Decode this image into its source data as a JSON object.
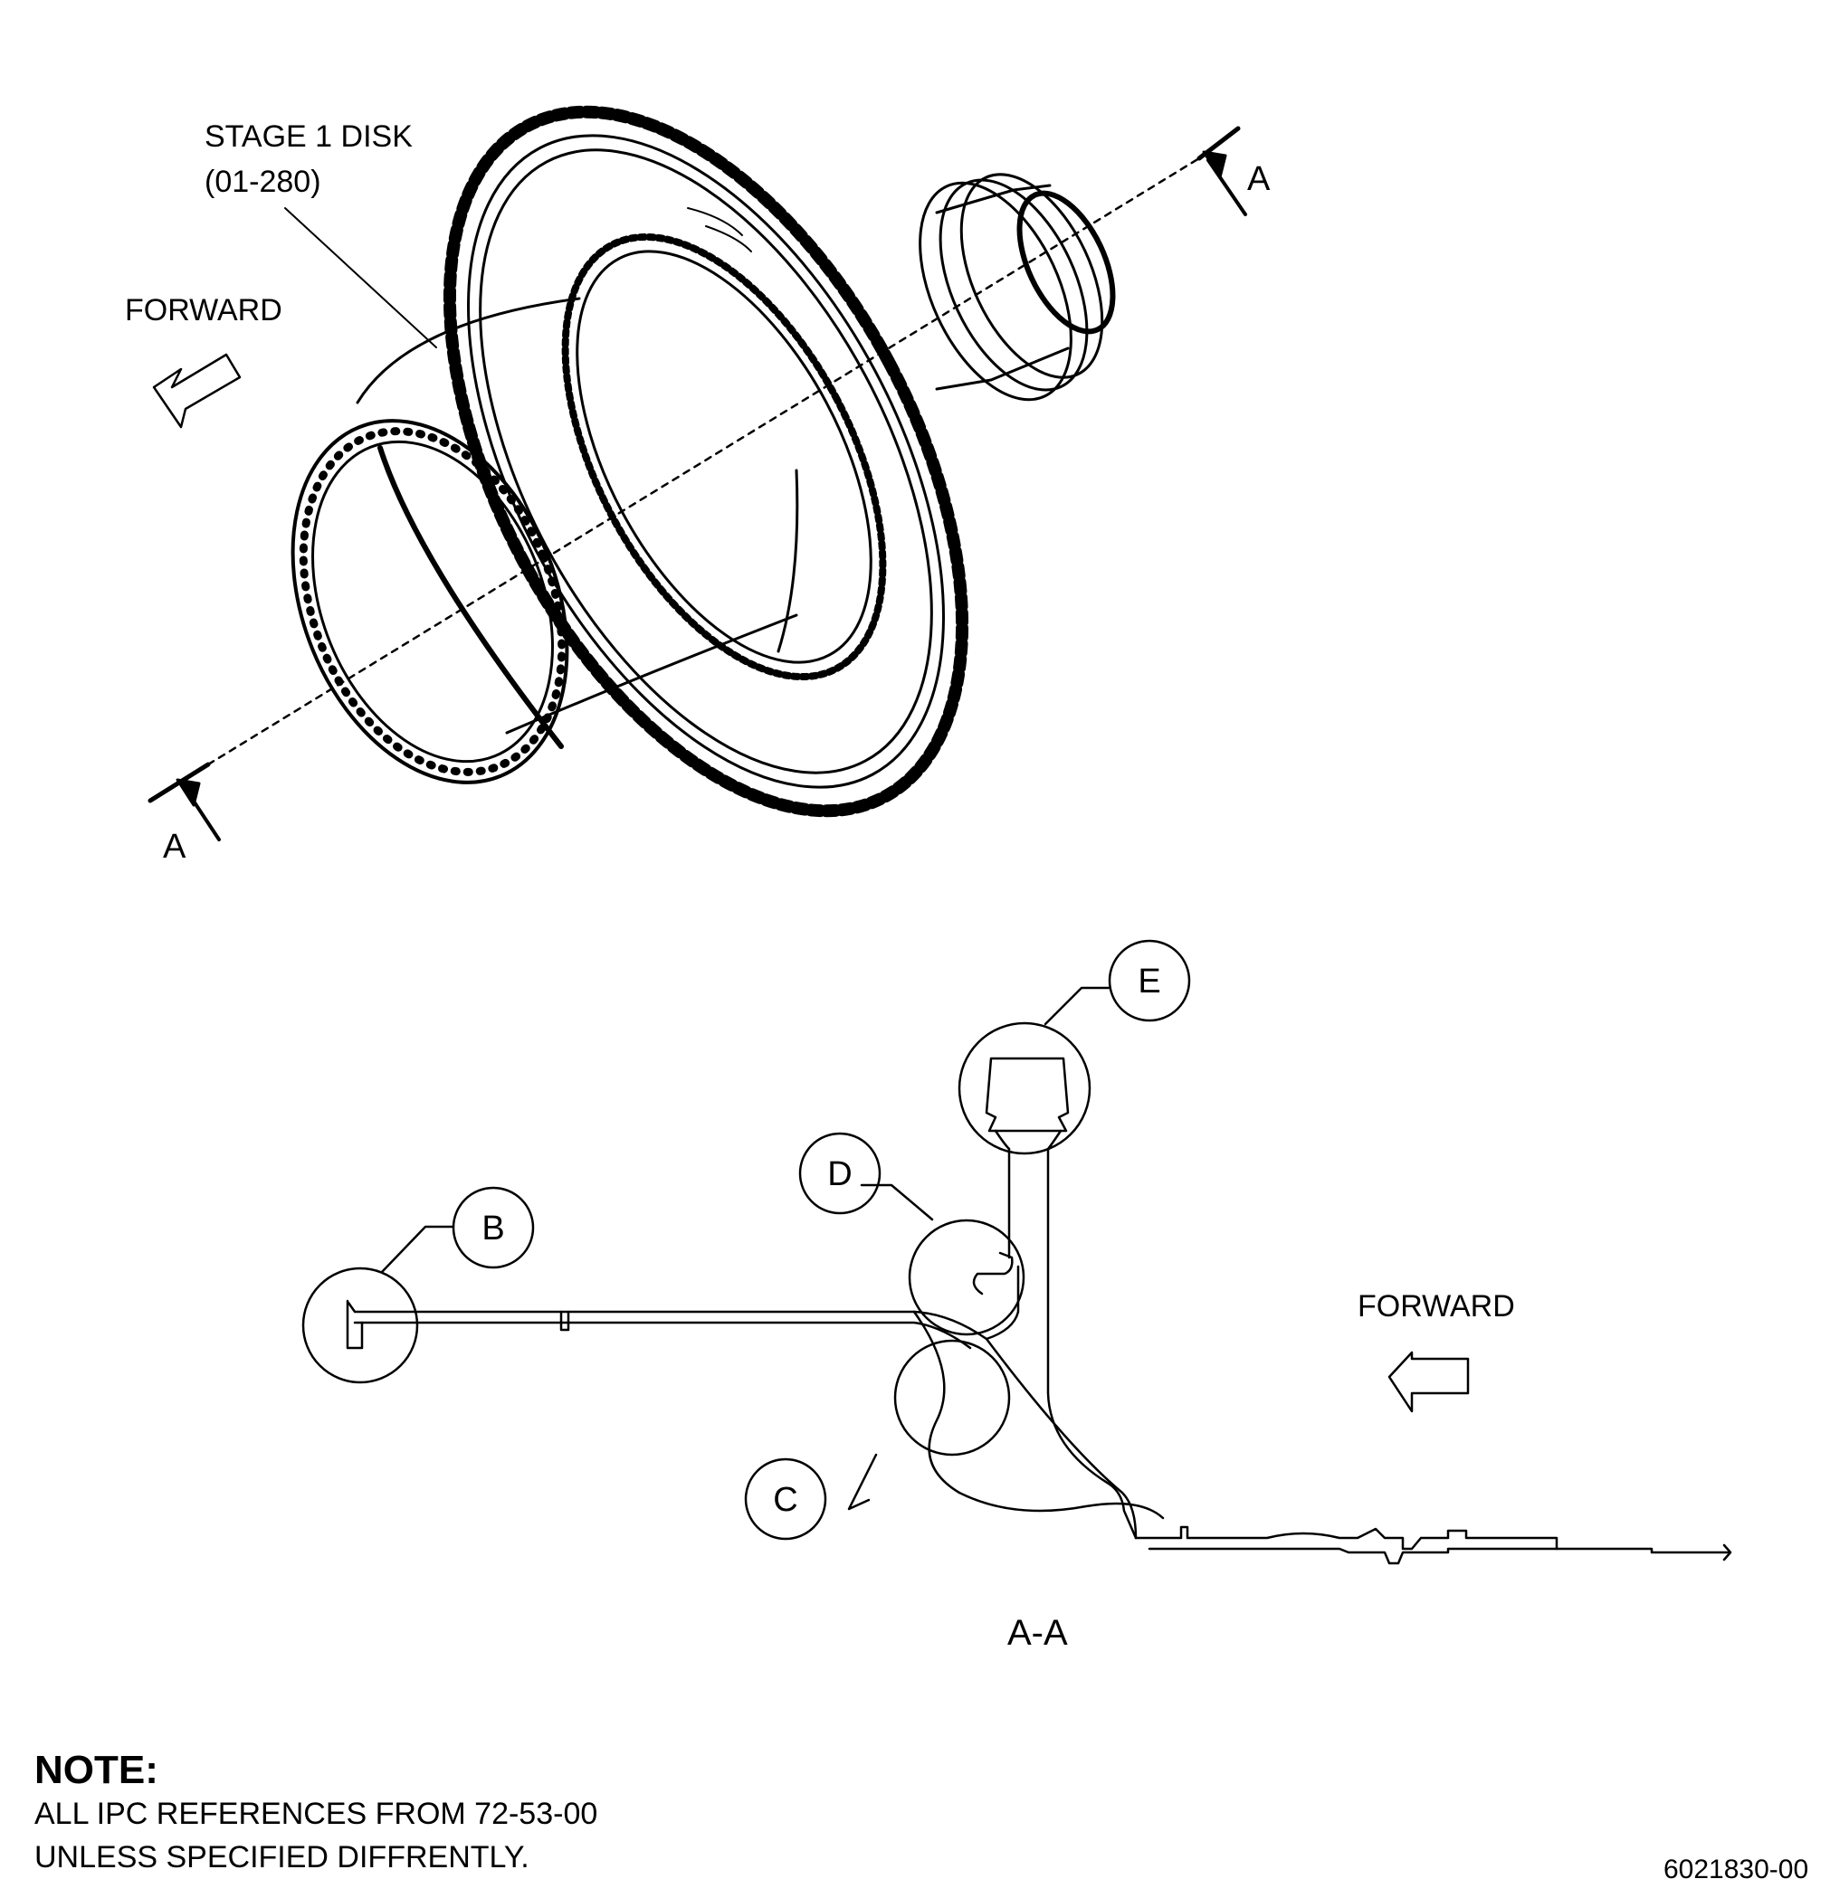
{
  "isometric_view": {
    "part_label_line1": "STAGE 1 DISK",
    "part_label_line2": "(01-280)",
    "forward_label": "FORWARD",
    "section_marker_top": "A",
    "section_marker_bottom": "A"
  },
  "section_view": {
    "title": "A-A",
    "forward_label": "FORWARD",
    "detail_callouts": [
      "B",
      "C",
      "D",
      "E"
    ]
  },
  "note": {
    "heading": "NOTE:",
    "line1": "ALL IPC REFERENCES FROM 72-53-00",
    "line2": "UNLESS SPECIFIED DIFFRENTLY."
  },
  "drawing_number": "6021830-00",
  "colors": {
    "ink": "#000000",
    "paper": "#ffffff"
  }
}
